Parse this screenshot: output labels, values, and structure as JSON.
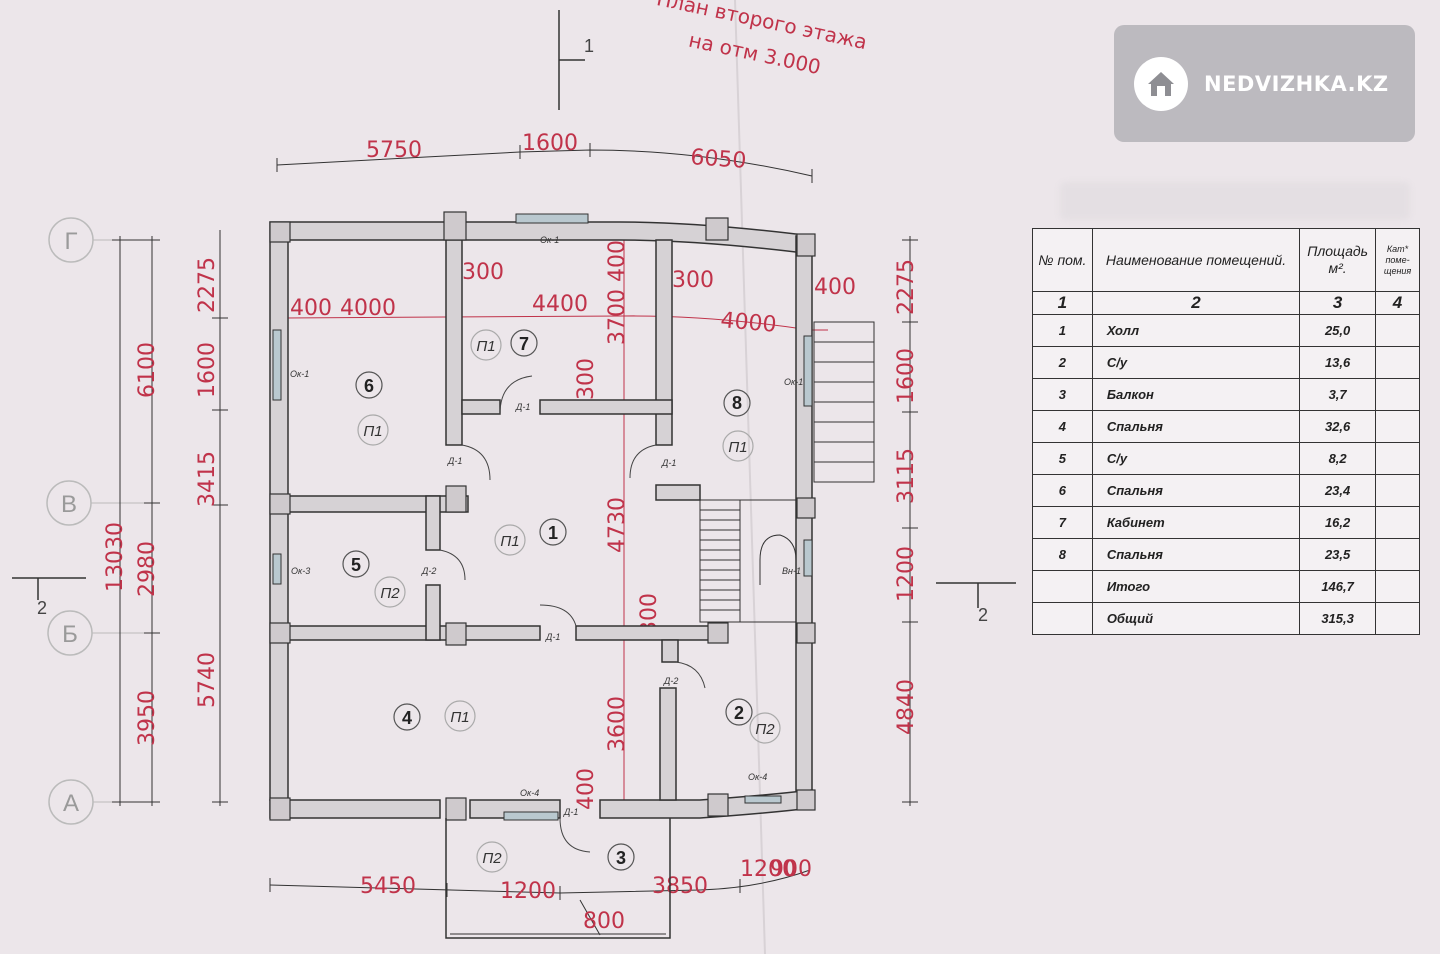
{
  "title": {
    "line1": "План второго этажа",
    "line2": "на отм 3.000"
  },
  "watermark": {
    "text": "NEDVIZHKA.KZ",
    "icon": "house-icon"
  },
  "section_marks": {
    "top": "1",
    "left": "2",
    "right": "2"
  },
  "axes": {
    "g": "Г",
    "v": "В",
    "b": "Б",
    "a": "А"
  },
  "dims_top": {
    "d1": "5750",
    "d2": "1600",
    "d3": "6050"
  },
  "dims_inner_top": {
    "d1": "400",
    "d2": "4000",
    "d3": "4400",
    "d4": "4000",
    "d5": "400",
    "d6": "300",
    "d7": "300"
  },
  "dims_left": {
    "total": "13030",
    "outer1": "6100",
    "outer2": "2980",
    "outer3": "3950",
    "inner1": "2275",
    "inner2": "1600",
    "inner3": "3415",
    "inner4": "5740"
  },
  "dims_center": {
    "d1": "3700",
    "d2": "400",
    "d3": "300",
    "d4": "4730",
    "d5": "300",
    "d6": "3600",
    "d7": "400"
  },
  "dims_right": {
    "d1": "2275",
    "d2": "1600",
    "d3": "3115",
    "d4": "1200",
    "d5": "4840"
  },
  "dims_bottom": {
    "d1": "5450",
    "d2": "1200",
    "d3": "3850",
    "d4": "1200",
    "d5": "900",
    "d6": "800"
  },
  "openings": {
    "ok1_top": "Ок-1",
    "ok1_left": "Ок-1",
    "ok1_right": "Ок-1",
    "ok3": "Ок-3",
    "ok4_bottom": "Ок-4",
    "ok4_right": "Ок-4",
    "vn1": "Вн-1",
    "d1_a": "Д-1",
    "d1_b": "Д-1",
    "d1_c": "Д-1",
    "d1_d": "Д-1",
    "d1_e": "Д-1",
    "d2_a": "Д-2",
    "d2_b": "Д-2"
  },
  "rooms": {
    "r1": {
      "num": "1",
      "p": "П1"
    },
    "r2": {
      "num": "2",
      "p": "П2"
    },
    "r3": {
      "num": "3",
      "p": "П2"
    },
    "r4": {
      "num": "4",
      "p": "П1"
    },
    "r5": {
      "num": "5",
      "p": "П2"
    },
    "r6": {
      "num": "6",
      "p": "П1"
    },
    "r7": {
      "num": "7",
      "p": "П1"
    },
    "r8": {
      "num": "8",
      "p": "П1"
    }
  },
  "schedule": {
    "headers": {
      "no": "№ пом.",
      "name": "Наименование помещений.",
      "area": "Площадь м².",
      "cat": "Кат* поме- щения"
    },
    "index": [
      "1",
      "2",
      "3",
      "4"
    ],
    "rows": [
      {
        "no": "1",
        "name": "Холл",
        "area": "25,0"
      },
      {
        "no": "2",
        "name": "С/у",
        "area": "13,6"
      },
      {
        "no": "3",
        "name": "Балкон",
        "area": "3,7"
      },
      {
        "no": "4",
        "name": "Спальня",
        "area": "32,6"
      },
      {
        "no": "5",
        "name": "С/у",
        "area": "8,2"
      },
      {
        "no": "6",
        "name": "Спальня",
        "area": "23,4"
      },
      {
        "no": "7",
        "name": "Кабинет",
        "area": "16,2"
      },
      {
        "no": "8",
        "name": "Спальня",
        "area": "23,5"
      }
    ],
    "total": {
      "name": "Итого",
      "area": "146,7"
    },
    "overall": {
      "name": "Общий",
      "area": "315,3"
    }
  },
  "colors": {
    "dimension": "#c0334a",
    "wall": "#d4d0d3",
    "wall_edge": "#333333",
    "paper": "#ece6ea"
  }
}
